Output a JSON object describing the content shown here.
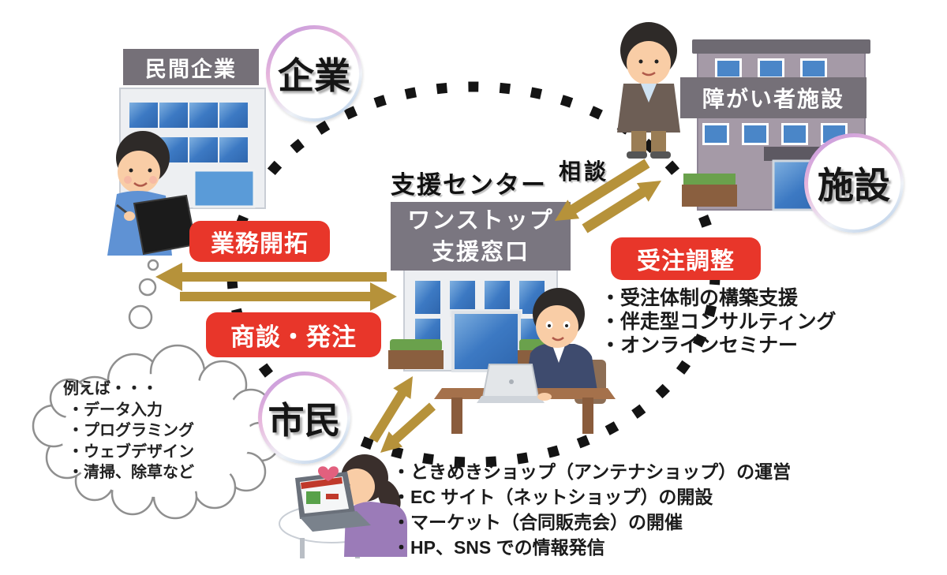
{
  "diagram": {
    "center": {
      "title": "支援センター",
      "window_line1": "ワンストップ",
      "window_line2": "支援窓口"
    },
    "company": {
      "banner": "民間企業",
      "bubble": "企業"
    },
    "facility": {
      "banner": "障がい者施設",
      "bubble": "施設"
    },
    "citizen": {
      "bubble": "市民"
    },
    "arrow_labels": {
      "to_company": "業務開拓",
      "from_company": "商談・発注",
      "to_facility": "受注調整",
      "consult": "相談"
    },
    "facility_supports": [
      "・受注体制の構築支援",
      "・伴走型コンサルティング",
      "・オンラインセミナー"
    ],
    "citizen_supports": [
      "・ときめきショップ（アンテナショップ）の運営",
      "・EC サイト（ネットショップ）の開設",
      "・マーケット（合同販売会）の開催",
      "・HP、SNS での情報発信"
    ],
    "examples": {
      "title": "例えば・・・",
      "items": [
        "・データ入力",
        "・プログラミング",
        "・ウェブデザイン",
        "・清掃、除草など"
      ]
    },
    "colors": {
      "red": "#e8362a",
      "gold": "#b6923a",
      "banner_gray": "#757078",
      "dash": "#141414",
      "window_blue": "#3c79c3",
      "heart_pink": "#e2607e"
    }
  }
}
